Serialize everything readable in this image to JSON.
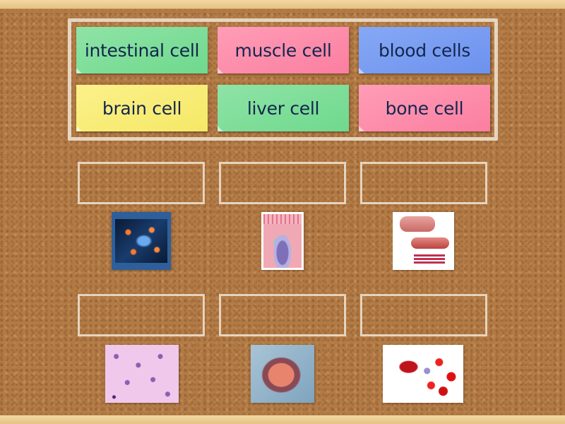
{
  "activity": {
    "type": "match-up",
    "cards": [
      {
        "label": "intestinal cell",
        "color": "#7fdf9a"
      },
      {
        "label": "muscle cell",
        "color": "#fd8dab"
      },
      {
        "label": "blood cells",
        "color": "#7a9ef2"
      },
      {
        "label": "brain cell",
        "color": "#f8ec78"
      },
      {
        "label": "liver cell",
        "color": "#7fdf9a"
      },
      {
        "label": "bone cell",
        "color": "#fd8dab"
      }
    ],
    "targets": [
      {
        "image": "neuron-network-image",
        "answer": ""
      },
      {
        "image": "intestinal-cell-diagram-image",
        "answer": ""
      },
      {
        "image": "muscle-fiber-diagram-image",
        "answer": ""
      },
      {
        "image": "liver-tissue-micrograph-image",
        "answer": ""
      },
      {
        "image": "bone-cell-micrograph-image",
        "answer": ""
      },
      {
        "image": "blood-vessel-cells-diagram-image",
        "answer": ""
      }
    ]
  },
  "theme": {
    "board": "#b27a45",
    "frame": "#efd39b",
    "text": "#13264d"
  }
}
